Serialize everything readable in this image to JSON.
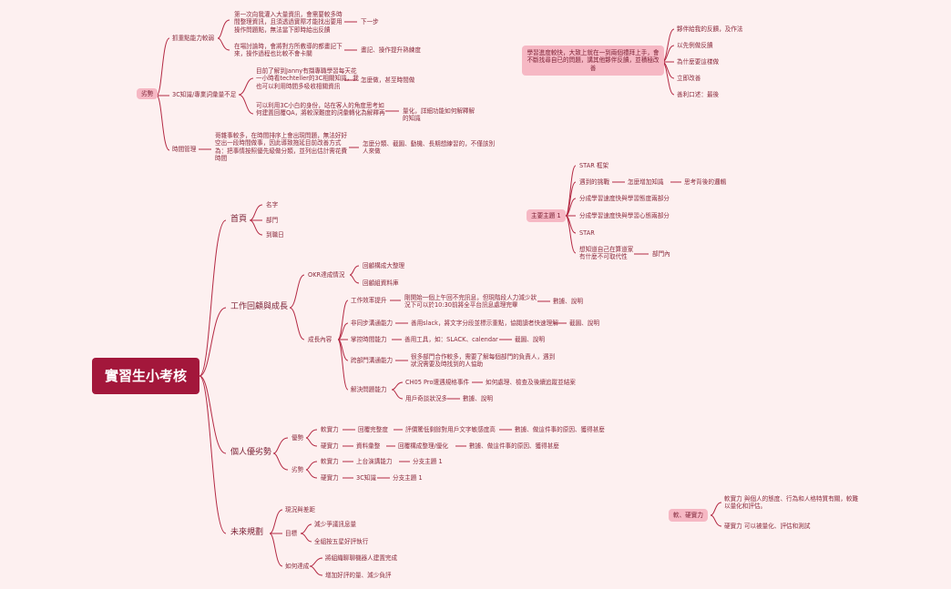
{
  "root": "實習生小考核",
  "top_branch": {
    "label": "劣勢",
    "groups": [
      {
        "label": "抓重點能力較弱",
        "items": [
          {
            "text": "第一次向我灌入大量資訊，會需要較多時間整理資訊，且須透過實際才能找出要用操作問題點，無法當下即時給出反饋",
            "note": "下一步"
          },
          {
            "text": "在場討論時，會將對方所教導的都畫記下來，操作過程也比較不會卡關",
            "note": "畫記、操作提升熟練度"
          }
        ]
      },
      {
        "label": "3C知識/專業詞彙量不足",
        "items": [
          {
            "text": "目前了解到Janny有擷專職學習每天花一小時看techteller的3C相關知識，我也可以利用時間多吸收相關資訊",
            "note": "怎麼做，甚至時間做"
          },
          {
            "text": "可以利用3C小白的身份，站在客人的角度思考如何建置回覆QA，將較深難度的詞彙轉化為解釋再",
            "note": "量化，詳細功能如何解釋解的知識"
          }
        ]
      },
      {
        "label": "時間管理",
        "items": [
          {
            "text": "哥雜事較多，在時間排序上會出現問題，無法好好空出一段時間做事，因此導致拖延目前改善方式為：把事情按照優先級做分類，並列出估計需花費時間",
            "note": "怎麼分類、截圖、動機、長期想練習的，不僅該別人來做"
          }
        ]
      }
    ]
  },
  "weakness_box": {
    "text": "學習進度較快，大致上就在一到兩個禮拜上手，會不斷找尋自已的問題，講其他夥伴反饋，並積極改善",
    "items": [
      "夥伴給我的反饋，及作法",
      "以先例做反饋",
      "為什麼要這樣做",
      "立即改善",
      "善利口述：最後"
    ]
  },
  "topic": {
    "label": "主要主題 1",
    "items": [
      "STAR 框架",
      "遇到的挑戰",
      "分成學習速度快與學習態度兩部分",
      "分成學習速度快與學習心態兩部分",
      "STAR",
      "想知道自己在算道家有什麼不可取代性"
    ],
    "challenge_notes": [
      "怎麼增加知識",
      "思考背後的邏輯"
    ],
    "dept_note": "部門內"
  },
  "sections": [
    {
      "label": "首頁",
      "items": [
        "名字",
        "部門",
        "到職日"
      ]
    },
    {
      "label": "工作回顧與成長",
      "okr": {
        "label": "OKR達成情況",
        "items": [
          "回顧構成大整理",
          "回顧組資料庫"
        ]
      },
      "growth": {
        "label": "成長內容",
        "items": [
          {
            "label": "工作效率提升",
            "text": "剛開始一個上午回不完訊息，但現階段人力減少狀況下可以於10:30前將全平台訊息處理完畢",
            "note": "數據、說明"
          },
          {
            "label": "非同步溝通能力",
            "text": "善用slack，將文字分段並標示重點，協閱讀者快速理解",
            "note": "截圖、說明"
          },
          {
            "label": "掌控時間能力",
            "text": "善用工具，如：SLACK、calendar",
            "note": "截圖、說明"
          },
          {
            "label": "跨部門溝通能力",
            "text": "很多部門合作較多，需要了解每個部門的負責人，遇到狀況需要及時找到的人協助"
          },
          {
            "label": "解決問題能力",
            "subs": [
              {
                "text": "CH05 Pro遭遇規格事件",
                "note": "如何處理、檢查及後續追蹤並結案"
              },
              {
                "text": "用戶奇談狀況多",
                "note": "數據、說明"
              }
            ]
          }
        ]
      }
    },
    {
      "label": "個人優劣勢",
      "good": {
        "label": "優勢",
        "items": [
          {
            "k": "軟實力",
            "v": "回覆完整度",
            "d": "評價驚低剩餘對用戶文字敏感度高",
            "n": "數據、做這件事的原因、獲得甚麼"
          },
          {
            "k": "硬實力",
            "v": "資料彙整",
            "d": "回覆構成整理/優化",
            "n": "數據、做這件事的原因、獲得甚麼"
          }
        ]
      },
      "bad": {
        "label": "劣勢",
        "items": [
          {
            "k": "軟實力",
            "v": "上台演講能力",
            "n": "分支主題 1"
          },
          {
            "k": "硬實力",
            "v": "3C知識",
            "n": "分支主題 1"
          }
        ]
      }
    },
    {
      "label": "未來規劃",
      "status": "現況與差距",
      "goal": {
        "label": "目標",
        "items": [
          "減少爭議訊息量",
          "全組按五星好評執行"
        ]
      },
      "how": {
        "label": "如何達成",
        "items": [
          "將組織聊聊機器人建置完成",
          "增加好評的量、減少負評"
        ]
      }
    }
  ],
  "legend": {
    "label": "軟、硬實力",
    "items": [
      "軟實力 與個人的態度、行為和人格特質有關，較難以量化和評估。",
      "硬實力 可以被量化、評估和測試"
    ]
  },
  "colors": {
    "root_bg": "#a3173b",
    "line": "#b42a44",
    "box_bg": "#f6b8c4",
    "background": "#fdf0f0"
  }
}
